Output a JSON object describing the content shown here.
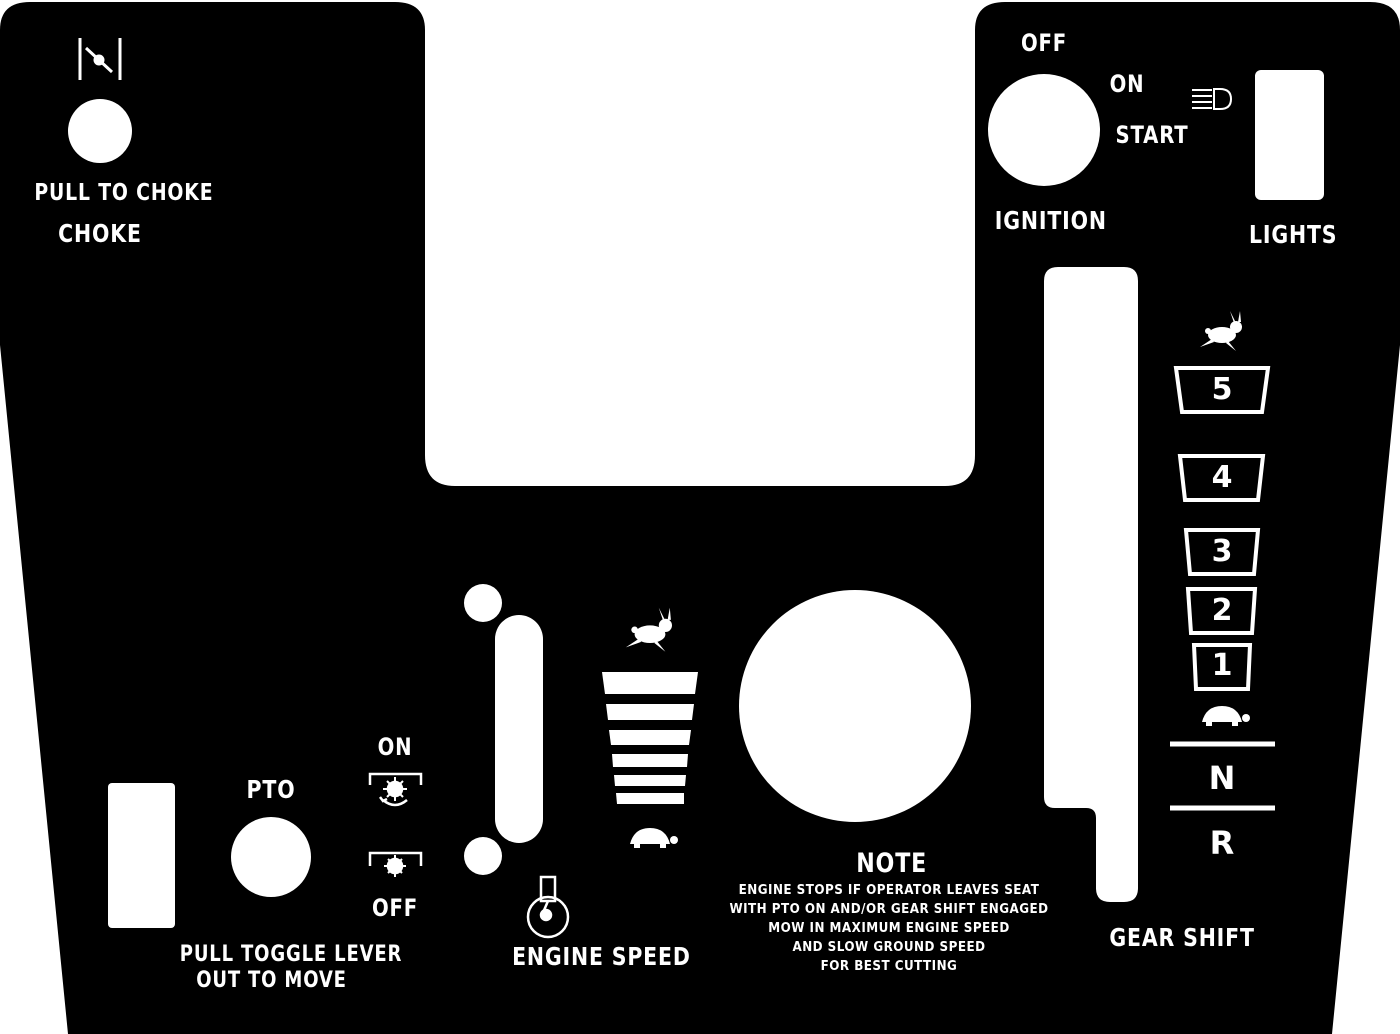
{
  "choke": {
    "instruction": "PULL TO CHOKE",
    "label": "CHOKE",
    "icon": "choke-symbol-icon"
  },
  "ignition": {
    "label": "IGNITION",
    "positions": [
      "OFF",
      "ON",
      "START"
    ]
  },
  "lights": {
    "label": "LIGHTS",
    "icon": "headlight-icon"
  },
  "gear_shift": {
    "label": "GEAR SHIFT",
    "fast_icon": "rabbit-icon",
    "slow_icon": "turtle-icon",
    "gears": [
      "5",
      "4",
      "3",
      "2",
      "1"
    ],
    "neutral": "N",
    "reverse": "R"
  },
  "pto": {
    "label": "PTO",
    "on": "ON",
    "off": "OFF",
    "instruction_line1": "PULL TOGGLE LEVER",
    "instruction_line2": "OUT TO MOVE"
  },
  "engine_speed": {
    "label": "ENGINE SPEED",
    "fast_icon": "rabbit-icon",
    "slow_icon": "turtle-icon",
    "throttle_icon": "throttle-icon"
  },
  "note": {
    "title": "NOTE",
    "lines": [
      "ENGINE STOPS IF OPERATOR LEAVES SEAT",
      "WITH PTO ON AND/OR GEAR SHIFT ENGAGED",
      "MOW IN MAXIMUM ENGINE SPEED",
      "AND SLOW GROUND SPEED",
      "FOR BEST CUTTING"
    ]
  },
  "colors": {
    "panel": "#000000",
    "cutout": "#ffffff",
    "text": "#ffffff"
  }
}
